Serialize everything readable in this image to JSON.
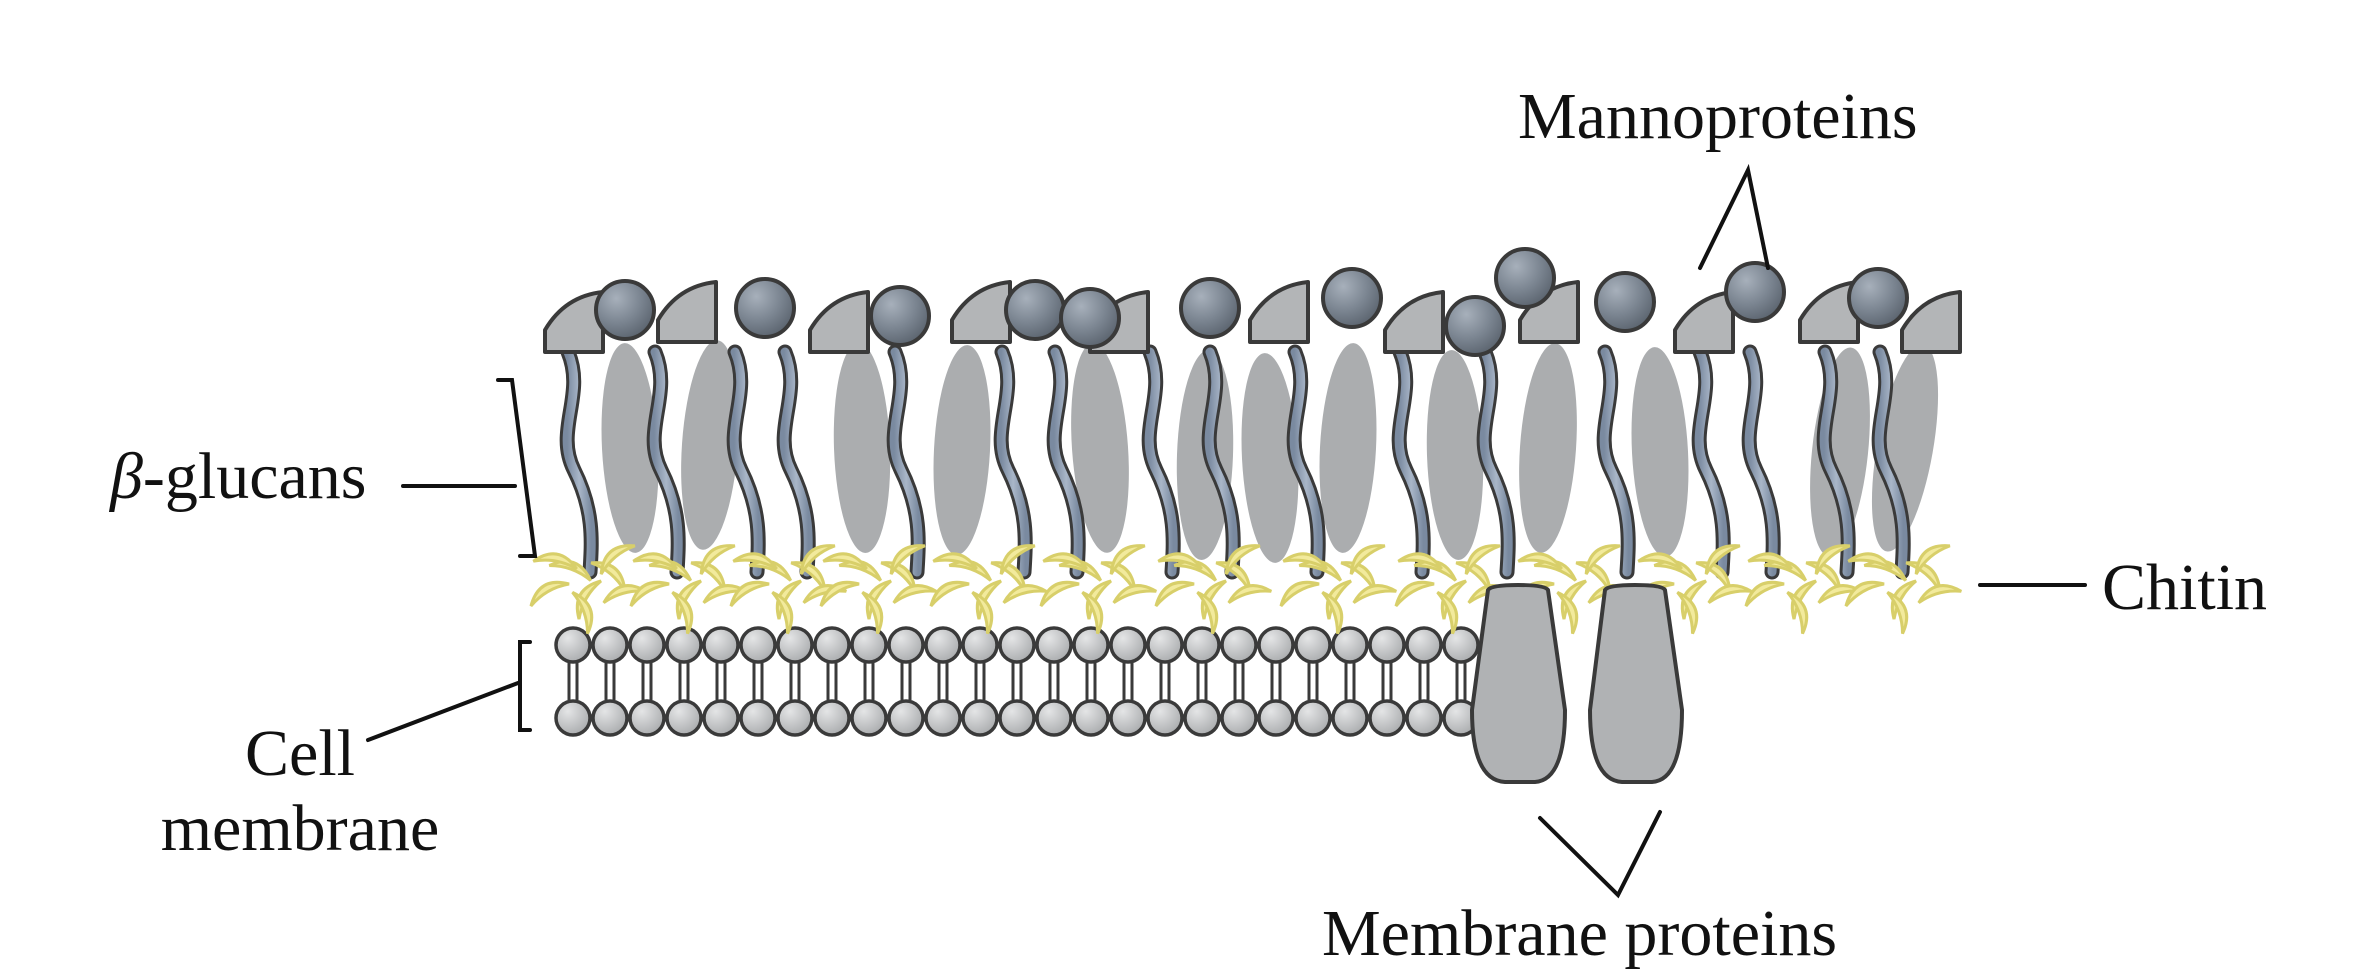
{
  "labels": {
    "mannoproteins": "Mannoproteins",
    "beta_glucans_symbol": "β",
    "beta_glucans_text": "-glucans",
    "chitin": "Chitin",
    "cell_membrane_line1": "Cell",
    "cell_membrane_line2": "membrane",
    "membrane_proteins": "Membrane proteins"
  },
  "colors": {
    "background": "#ffffff",
    "mannoprotein_sphere": "#7b8591",
    "mannoprotein_wedge": "#b3b5b7",
    "glucan_ellipse": "#a7a9ab",
    "glucan_strand": "#8c9bb0",
    "chitin": "#f2ea9c",
    "chitin_edge": "#d8cf6a",
    "lipid_head": "#bcbec0",
    "membrane_protein": "#b0b2b4",
    "outline": "#3a3a3a"
  }
}
